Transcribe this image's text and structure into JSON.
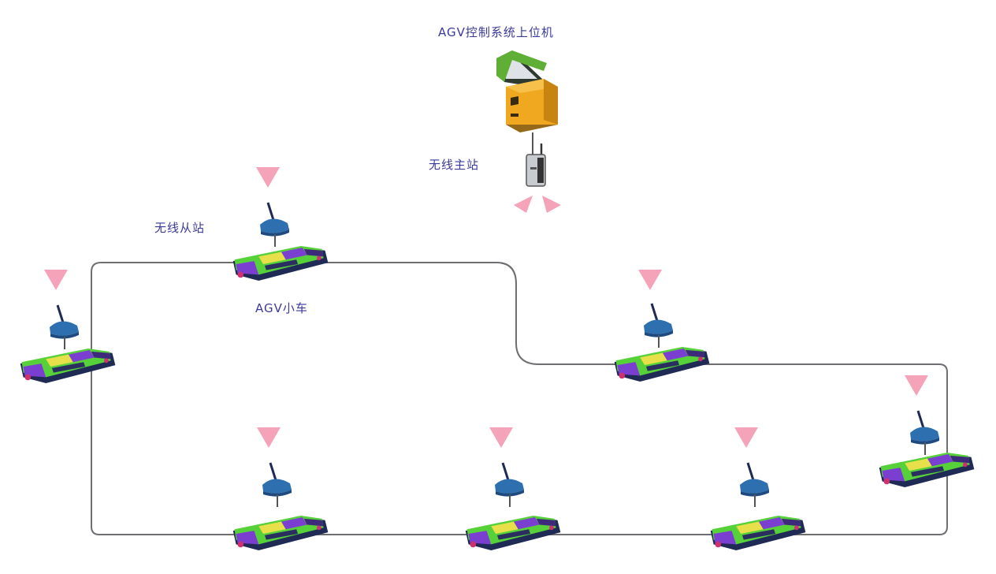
{
  "labels": {
    "host": "AGV控制系统上位机",
    "master": "无线主站",
    "slave": "无线从站",
    "agv": "AGV小车"
  },
  "colors": {
    "track": "#6e6e72",
    "signal": "#f5a3b8",
    "router": "#2e6fb0",
    "agv_body": "#57d13a",
    "agv_trim": "#7a3fd0",
    "agv_dark": "#1f2a55",
    "host_box": "#f0a820",
    "host_frame": "#5fae35",
    "label": "#3a3a9a"
  },
  "icons": {
    "host": "computer-icon",
    "master": "wireless-access-point-icon",
    "slave": "wireless-router-icon",
    "vehicle": "agv-vehicle-icon",
    "signal": "wireless-signal-icon"
  }
}
